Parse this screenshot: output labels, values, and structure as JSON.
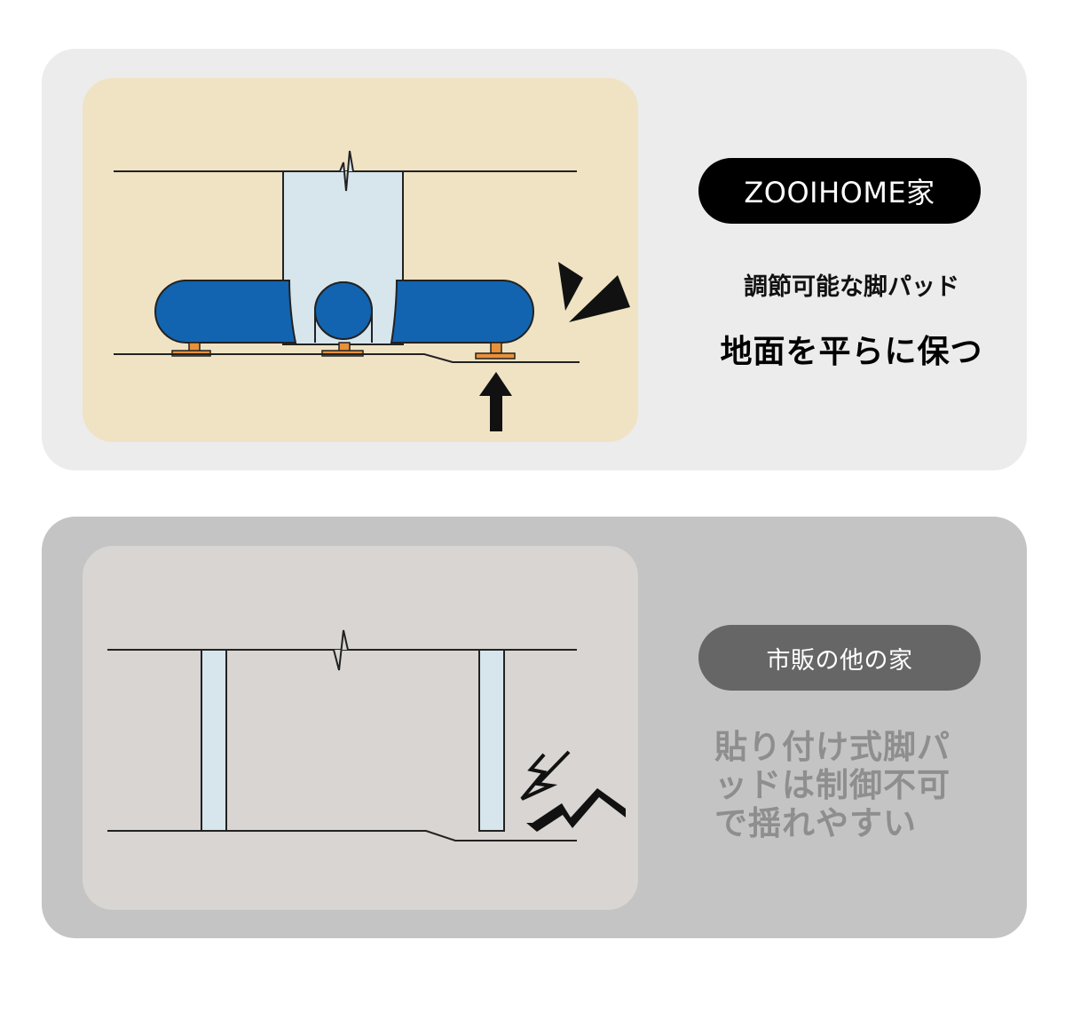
{
  "top": {
    "brand_label": "ZOOIHOME家",
    "subtitle": "調節可能な脚パッド",
    "headline": "地面を平らに保つ"
  },
  "bottom": {
    "brand_label": "市販の他の家",
    "lines": [
      "貼り付け式脚パ",
      "ッドは制御不可",
      "で揺れやすい"
    ]
  },
  "colors": {
    "top_card": "#ececec",
    "top_panel": "#f0e3c3",
    "bottom_card": "#c4c4c4",
    "bottom_panel": "#d8d5d2",
    "blue_frame": "#1264b0",
    "orange_pad": "#e8913a",
    "leg_fill": "#d7e5ec"
  }
}
